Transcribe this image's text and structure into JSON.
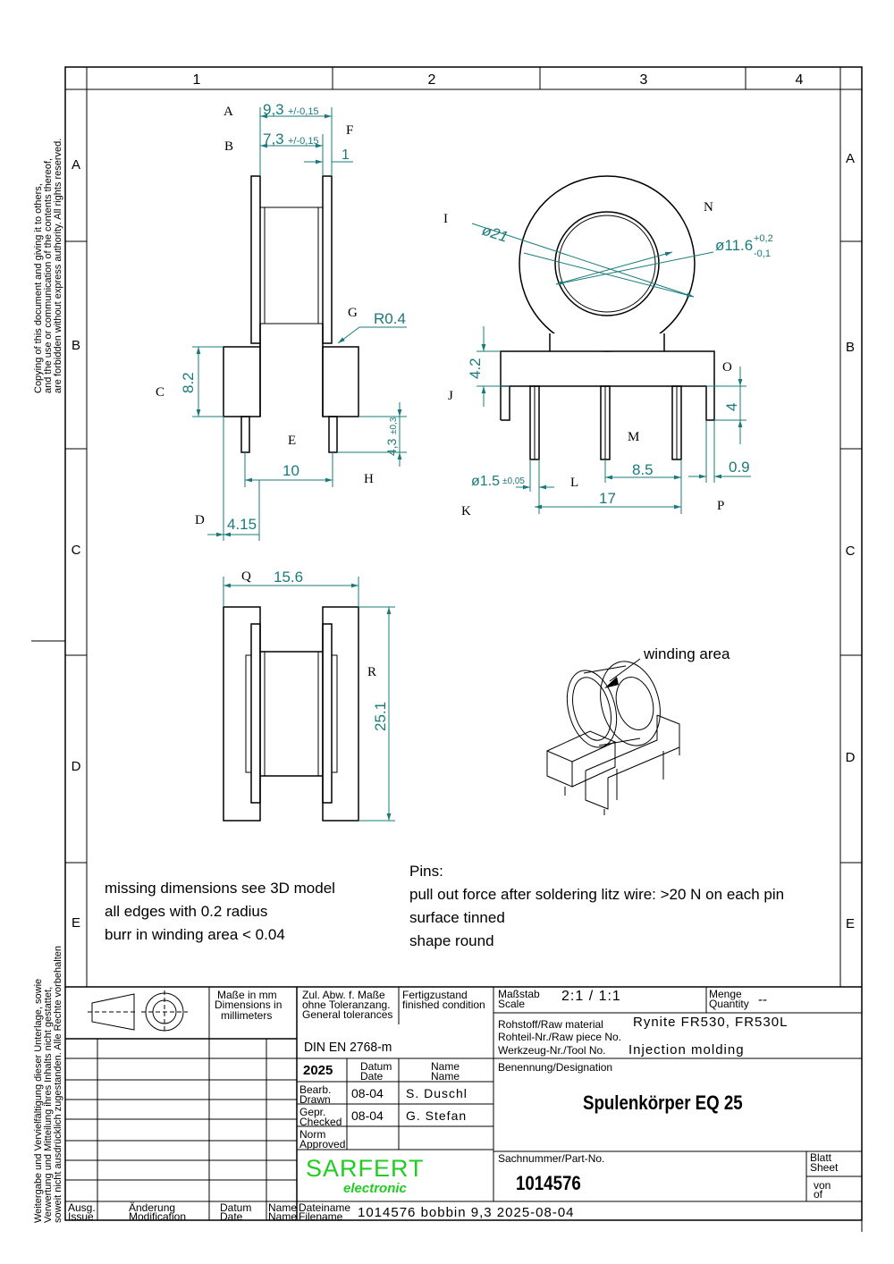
{
  "frame": {
    "columns": [
      "1",
      "2",
      "3",
      "4"
    ],
    "rows": [
      "A",
      "B",
      "C",
      "D",
      "E"
    ]
  },
  "side_notes": {
    "copyright_en": [
      "Copying of this document and giving it to others,",
      "and the use or communication of the contents thereof,",
      "are forbidden without express authority. All rights reserved."
    ],
    "copyright_de": [
      "Weitergabe und Vervielfältigung dieser Unterlage, sowie",
      "Verwertung und Mitteilung ihres Inhalts nicht gestattet,",
      "soweit nicht ausdrücklich zugestanden. Alle Rechte vorbehalten"
    ]
  },
  "view_letters": [
    "A",
    "B",
    "C",
    "D",
    "E",
    "F",
    "G",
    "H",
    "I",
    "J",
    "K",
    "L",
    "M",
    "N",
    "O",
    "P",
    "Q",
    "R"
  ],
  "dimensions": {
    "d93": "9,3",
    "d93_tol": "+/-0,15",
    "d73": "7,3",
    "d73_tol": "+/-0,15",
    "d1": "1",
    "r04": "R0.4",
    "d82": "8.2",
    "d43": "4,3",
    "d43_tol": "±0,3",
    "d10": "10",
    "d415": "4.15",
    "d21": "ø21",
    "d116": "ø11.6",
    "d116_tol_up": "+0,2",
    "d116_tol_dn": "-0,1",
    "d42": "4.2",
    "d4": "4",
    "d15": "ø1.5",
    "d15_tol": "±0,05",
    "d85": "8.5",
    "d09": "0.9",
    "d17": "17",
    "d156": "15.6",
    "d251": "25.1"
  },
  "labels": {
    "winding_area": "winding area"
  },
  "notes": {
    "left": [
      "missing dimensions see 3D model",
      "all edges with 0.2 radius",
      "burr in winding area < 0.04"
    ],
    "right": [
      "Pins:",
      "pull out force after soldering litz wire: >20 N on each pin",
      "surface tinned",
      "shape round"
    ]
  },
  "title_block": {
    "units_de": "Maße in mm",
    "units_de2": "Dimensions in",
    "units_en": "millimeters",
    "tol_de": "Zul. Abw. f. Maße",
    "tol_de2": "ohne Toleranzang.",
    "tol_en": "General tolerances",
    "tol_std": "DIN EN 2768-m",
    "cond_de": "Fertigzustand",
    "cond_en": "finished condition",
    "scale_de": "Maßstab",
    "scale_en": "Scale",
    "scale_val": "2:1 / 1:1",
    "qty_de": "Menge",
    "qty_en": "Quantity",
    "qty_val": "--",
    "raw_label": "Rohstoff/Raw material",
    "raw_val": "Rynite FR530, FR530L",
    "piece_label": "Rohteil-Nr./Raw piece No.",
    "tool_label": "Werkzeug-Nr./Tool No.",
    "tool_val": "Injection molding",
    "year": "2025",
    "date_de": "Datum",
    "date_en": "Date",
    "name_de": "Name",
    "name_en": "Name",
    "drawn_de": "Bearb.",
    "drawn_en": "Drawn",
    "drawn_date": "08-04",
    "drawn_name": "S. Duschl",
    "checked_de": "Gepr.",
    "checked_en": "Checked",
    "checked_date": "08-04",
    "checked_name": "G. Stefan",
    "norm_de": "Norm",
    "norm_en": "Approved",
    "designation_label": "Benennung/Designation",
    "designation": "Spulenkörper EQ 25",
    "company": "SARFERT",
    "company_sub": "electronic",
    "part_label": "Sachnummer/Part-No.",
    "part_no": "1014576",
    "sheet_de": "Blatt",
    "sheet_en": "Sheet",
    "of_de": "von",
    "of_en": "of",
    "issue_de": "Ausg.",
    "issue_en": "Issue",
    "mod_de": "Änderung",
    "mod_en": "Modification",
    "rdate_de": "Datum",
    "rdate_en": "Date",
    "rname_de": "Name",
    "rname_en": "Name",
    "file_de": "Dateiname",
    "file_en": "Filename",
    "file_val": "1014576 bobbin 9,3 2025-08-04"
  }
}
